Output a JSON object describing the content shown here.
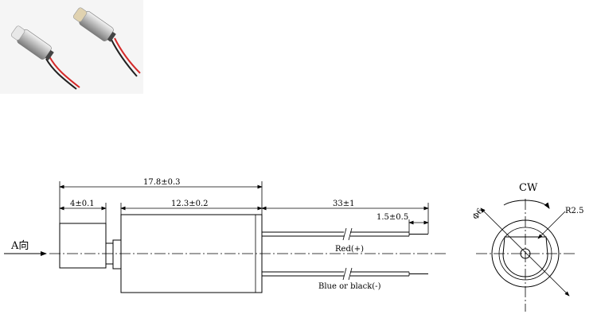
{
  "photo": {
    "description_icon": "vibration-motor-photo",
    "colors": {
      "red_wire": "#d42a2a",
      "black_wire": "#222222",
      "metal": "#c9c9c9"
    }
  },
  "dimensions": {
    "overall_length": "17.8±0.3",
    "head_length": "4±0.1",
    "body_length": "12.3±0.2",
    "lead_length": "33±1",
    "strip_length": "1.5±0.5"
  },
  "labels": {
    "view_a": "A向",
    "red_wire": "Red(+)",
    "blue_wire": "Blue or black(-)",
    "rotation": "CW",
    "diameter": "Φ6",
    "radius": "R2.5"
  }
}
